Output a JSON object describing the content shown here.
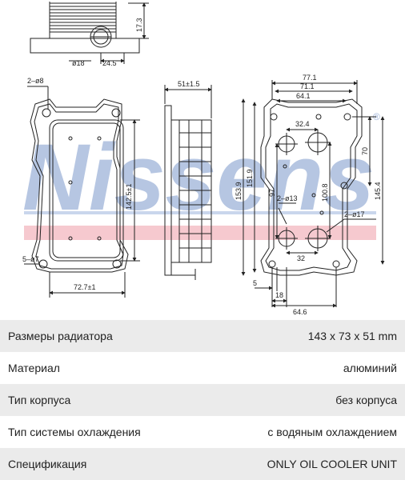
{
  "watermark": {
    "text": "Nissens",
    "mark": "®",
    "color": "#9eb3d8",
    "band_color": "#f6c9cf"
  },
  "drawing": {
    "top_view": {
      "dim_height": "17.3",
      "dim_dia": "ø18",
      "dim_offset": "24.5"
    },
    "front_view": {
      "dim_holes": "2–ø8",
      "dim_height": "142.5±1",
      "dim_slots": "5–ø7",
      "dim_width": "72.7±1"
    },
    "side_view": {
      "dim_depth": "51±1.5"
    },
    "flange_view": {
      "dim_w1": "77.1",
      "dim_w2": "71.1",
      "dim_w3": "64.1",
      "dim_pitch": "32.4",
      "dim_70": "70",
      "dim_145": "145.4",
      "dim_153": "153.9",
      "dim_151": "151.9",
      "dim_97": "97",
      "dim_100": "100.8",
      "dim_bores13": "2–ø13",
      "dim_bores17": "2–ø17",
      "dim_32": "32",
      "dim_5": "5",
      "dim_18": "18",
      "dim_64": "64.6"
    }
  },
  "specs": [
    {
      "label": "Размеры радиатора",
      "value": "143 x 73 x 51 mm"
    },
    {
      "label": "Материал",
      "value": "алюминий"
    },
    {
      "label": "Тип корпуса",
      "value": "без корпуса"
    },
    {
      "label": "Тип системы охлаждения",
      "value": "с водяным охлаждением"
    },
    {
      "label": "Спецификация",
      "value": "ONLY OIL COOLER UNIT"
    }
  ]
}
